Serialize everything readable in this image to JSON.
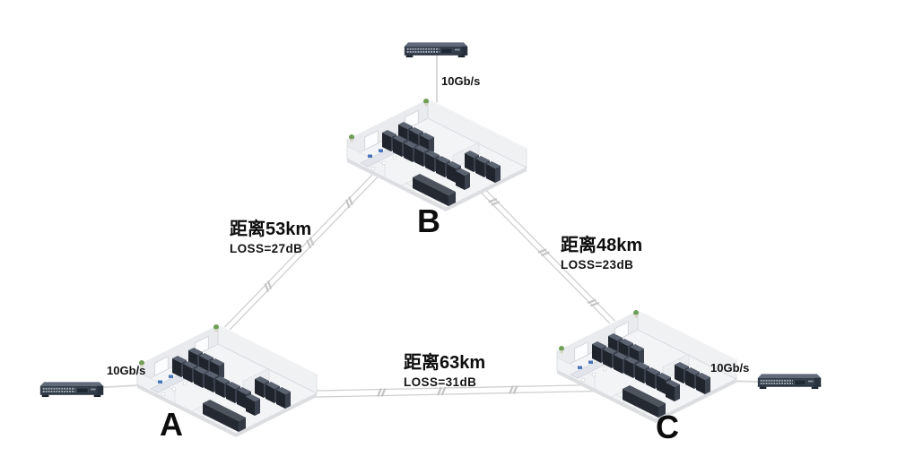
{
  "diagram": {
    "type": "network-topology",
    "nodes": [
      {
        "id": "A",
        "label": "A",
        "icon": "datacenter-building"
      },
      {
        "id": "B",
        "label": "B",
        "icon": "datacenter-building"
      },
      {
        "id": "C",
        "label": "C",
        "icon": "datacenter-building"
      }
    ],
    "links": [
      {
        "from": "A",
        "to": "B",
        "distance": "距离53km",
        "loss": "LOSS=27dB"
      },
      {
        "from": "B",
        "to": "C",
        "distance": "距离48km",
        "loss": "LOSS=23dB"
      },
      {
        "from": "A",
        "to": "C",
        "distance": "距离63km",
        "loss": "LOSS=31dB"
      }
    ],
    "uplinks": [
      {
        "node": "B",
        "rate": "10Gb/s",
        "icon": "network-switch"
      },
      {
        "node": "A",
        "rate": "10Gb/s",
        "icon": "network-switch"
      },
      {
        "node": "C",
        "rate": "10Gb/s",
        "icon": "network-switch"
      }
    ],
    "colors": {
      "background": "#ffffff",
      "fiber_line": "#cfcfcf",
      "tick_marker": "#c4c4c4",
      "text": "#0d0d0d",
      "switch_body": "#333d4a",
      "rack_dark": "#20252d",
      "console_accent": "#4673b9",
      "plant_green": "#6f9f55"
    }
  }
}
